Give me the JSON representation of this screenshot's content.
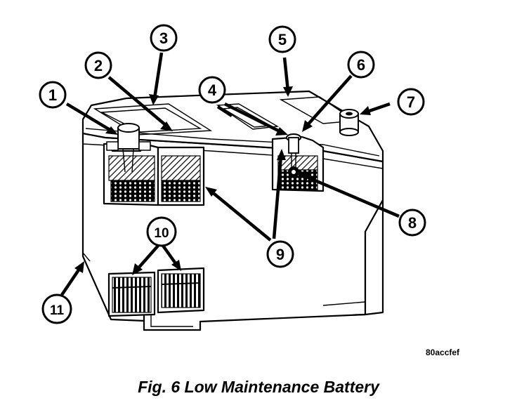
{
  "figure": {
    "caption": "Fig. 6 Low Maintenance Battery",
    "image_code": "80accfef",
    "callouts": [
      "1",
      "2",
      "3",
      "4",
      "5",
      "6",
      "7",
      "8",
      "9",
      "10",
      "11"
    ]
  }
}
